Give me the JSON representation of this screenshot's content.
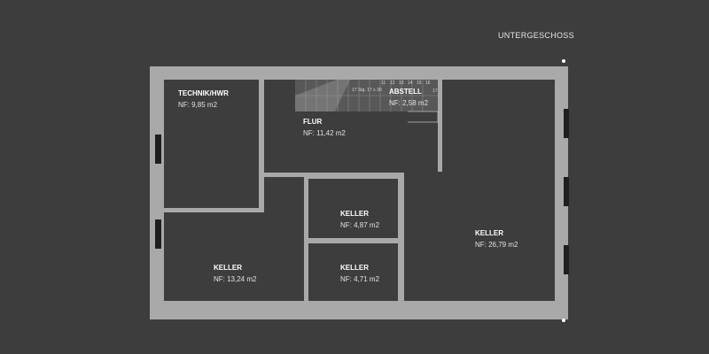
{
  "floor_title": "UNTERGESCHOSS",
  "colors": {
    "background": "#3d3d3d",
    "wall": "#a9a9a9",
    "room": "#3d3d3d",
    "window": "#1f1f1f",
    "label": "#ffffff"
  },
  "rooms": [
    {
      "id": "technik",
      "name": "TECHNIK/HWR",
      "area": "NF: 9,85 m2"
    },
    {
      "id": "flur",
      "name": "FLUR",
      "area": "NF: 11,42 m2"
    },
    {
      "id": "abstell",
      "name": "ABSTELL",
      "area": "NF: 2,58 m2"
    },
    {
      "id": "keller-small-top",
      "name": "KELLER",
      "area": "NF: 4,87 m2"
    },
    {
      "id": "keller-small-bottom",
      "name": "KELLER",
      "area": "NF: 4,71 m2"
    },
    {
      "id": "keller-left",
      "name": "KELLER",
      "area": "NF: 13,24 m2"
    },
    {
      "id": "keller-right",
      "name": "KELLER",
      "area": "NF: 26,79 m2"
    }
  ],
  "stair": {
    "note": "17 Stg. 17 x 30",
    "step_numbers": [
      "11",
      "12",
      "13",
      "14",
      "15",
      "16",
      "17"
    ]
  },
  "icons": {
    "corner_marker": "dot-icon"
  }
}
